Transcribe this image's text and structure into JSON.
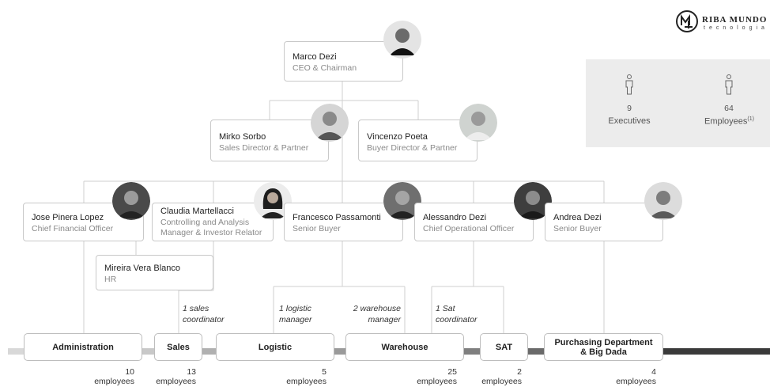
{
  "logo": {
    "brand": "RIBA MUNDO",
    "sub": "tecnologia"
  },
  "summary": [
    {
      "count": "9",
      "label": "Executives",
      "icon": "person-icon"
    },
    {
      "count": "64",
      "label": "Employees",
      "note": "(1)",
      "icon": "person-icon"
    }
  ],
  "people": {
    "ceo": {
      "name": "Marco Dezi",
      "role": "CEO & Chairman"
    },
    "mirko": {
      "name": "Mirko Sorbo",
      "role": "Sales Director & Partner"
    },
    "vincenzo": {
      "name": "Vincenzo Poeta",
      "role": "Buyer Director & Partner"
    },
    "jose": {
      "name": "Jose Pinera Lopez",
      "role": "Chief Financial Officer"
    },
    "claudia": {
      "name": "Claudia Martellacci",
      "role_line1": "Controlling and Analysis",
      "role_line2": "Manager & Investor Relator"
    },
    "francesco": {
      "name": "Francesco Passamonti",
      "role": "Senior Buyer"
    },
    "alessandro": {
      "name": "Alessandro Dezi",
      "role": "Chief Operational Officer"
    },
    "andrea": {
      "name": "Andrea Dezi",
      "role": "Senior Buyer"
    },
    "mireira": {
      "name": "Mireira Vera Blanco",
      "role": "HR"
    }
  },
  "notes": {
    "sales": {
      "line1": "1 sales",
      "line2": "coordinator"
    },
    "logistic": {
      "line1": "1 logistic",
      "line2": "manager"
    },
    "warehouse": {
      "line1": "2 warehouse",
      "line2": "manager"
    },
    "sat": {
      "line1": "1 Sat",
      "line2": "coordinator"
    }
  },
  "departments": [
    {
      "label": "Administration",
      "count": "10",
      "unit": "employees"
    },
    {
      "label": "Sales",
      "count": "13",
      "unit": "employees"
    },
    {
      "label": "Logistic",
      "count": "5",
      "unit": "employees"
    },
    {
      "label": "Warehouse",
      "count": "25",
      "unit": "employees"
    },
    {
      "label": "SAT",
      "count": "2",
      "unit": "employees"
    },
    {
      "label_line1": "Purchasing Department",
      "label_line2": "& Big Dada",
      "count": "4",
      "unit": "employees"
    }
  ]
}
